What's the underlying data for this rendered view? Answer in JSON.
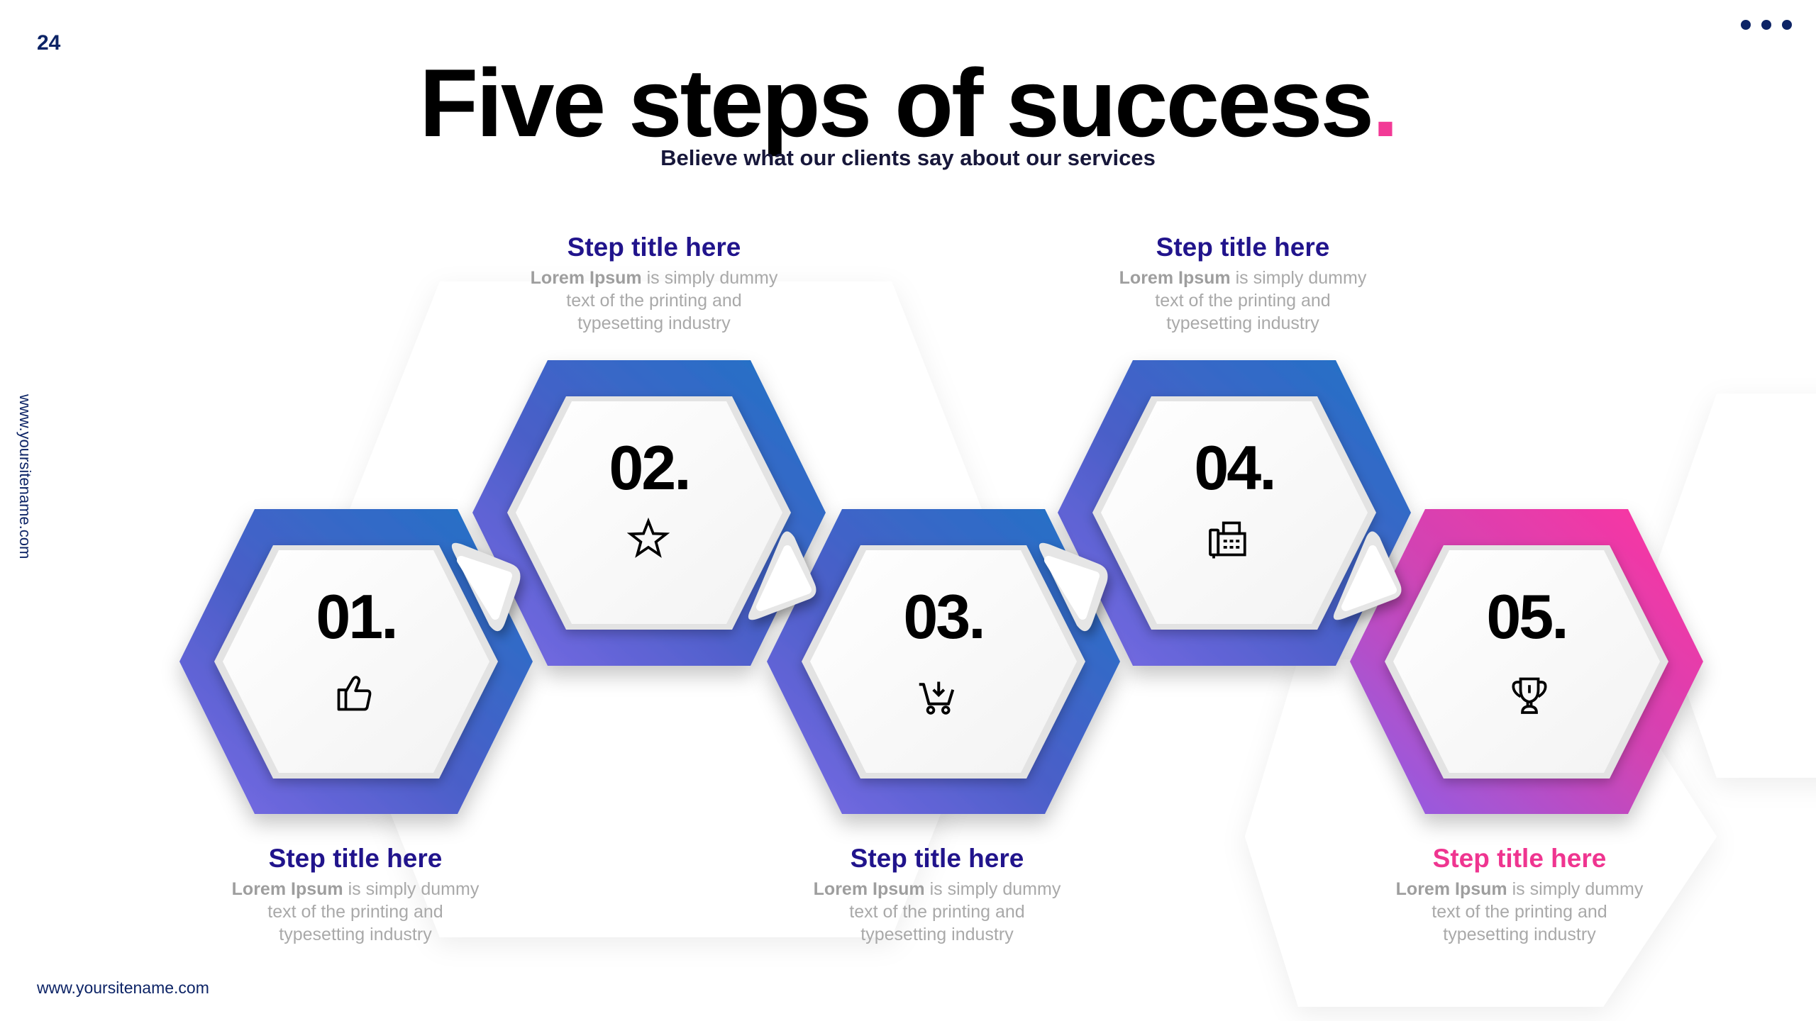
{
  "slide": {
    "page_number": "24",
    "title": "Five steps of success",
    "title_accent": ".",
    "subtitle": "Believe what our clients say about our services",
    "side_url": "www.yoursitename.com",
    "footer_url": "www.yoursitename.com",
    "menu_icon": "more-dots-icon"
  },
  "colors": {
    "navy": "#0d2466",
    "title_accent": "#f23a96",
    "step_title": "#21148c",
    "step_title_pink": "#ef3590",
    "body_text": "#a9a9a9",
    "blue_gradient": [
      "#1f73c6",
      "#7c6ae6"
    ],
    "pink_gradient": [
      "#ff33a0",
      "#8a60e8"
    ]
  },
  "steps": [
    {
      "number": "01.",
      "icon": "thumbs-up-icon",
      "title": "Step title here",
      "desc_bold": "Lorem Ipsum",
      "desc_line1": " is simply dummy",
      "desc_line2": "text of the printing and",
      "desc_line3": "typesetting industry",
      "text_position": "below"
    },
    {
      "number": "02.",
      "icon": "star-icon",
      "title": "Step title here",
      "desc_bold": "Lorem Ipsum",
      "desc_line1": " is simply dummy",
      "desc_line2": "text of the printing and",
      "desc_line3": "typesetting industry",
      "text_position": "above"
    },
    {
      "number": "03.",
      "icon": "cart-download-icon",
      "title": "Step title here",
      "desc_bold": "Lorem Ipsum",
      "desc_line1": " is simply dummy",
      "desc_line2": "text of the printing and",
      "desc_line3": "typesetting industry",
      "text_position": "below"
    },
    {
      "number": "04.",
      "icon": "fax-phone-icon",
      "title": "Step title here",
      "desc_bold": "Lorem Ipsum",
      "desc_line1": " is simply dummy",
      "desc_line2": "text of the printing and",
      "desc_line3": "typesetting industry",
      "text_position": "above"
    },
    {
      "number": "05.",
      "icon": "trophy-icon",
      "title": "Step title here",
      "desc_bold": "Lorem Ipsum",
      "desc_line1": " is simply dummy",
      "desc_line2": "text of the printing and",
      "desc_line3": "typesetting industry",
      "text_position": "below"
    }
  ]
}
